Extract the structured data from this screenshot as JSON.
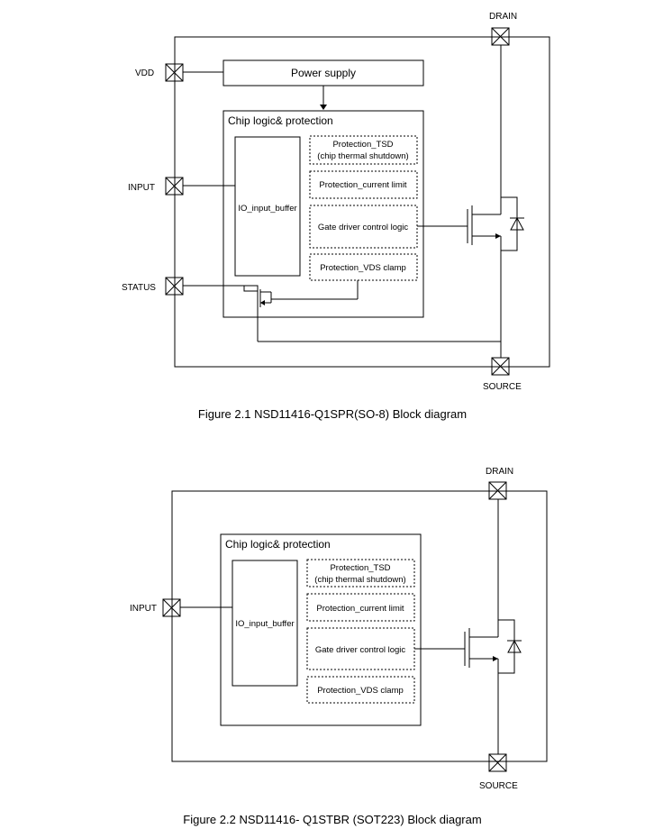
{
  "figure1": {
    "pins": {
      "vdd": "VDD",
      "input": "INPUT",
      "status": "STATUS",
      "drain": "DRAIN",
      "source": "SOURCE"
    },
    "power_supply": "Power supply",
    "chip_logic": "Chip logic& protection",
    "io_buffer": "IO_input_buffer",
    "tsd_line1": "Protection_TSD",
    "tsd_line2": "(chip thermal shutdown)",
    "current_limit": "Protection_current limit",
    "gate_driver": "Gate driver control logic",
    "vds_clamp": "Protection_VDS clamp",
    "caption": "Figure 2.1 NSD11416-Q1SPR(SO-8) Block diagram"
  },
  "figure2": {
    "pins": {
      "input": "INPUT",
      "drain": "DRAIN",
      "source": "SOURCE"
    },
    "chip_logic": "Chip logic& protection",
    "io_buffer": "IO_input_buffer",
    "tsd_line1": "Protection_TSD",
    "tsd_line2": "(chip thermal shutdown)",
    "current_limit": "Protection_current limit",
    "gate_driver": "Gate driver control logic",
    "vds_clamp": "Protection_VDS clamp",
    "caption": "Figure 2.2 NSD11416- Q1STBR (SOT223) Block diagram"
  }
}
